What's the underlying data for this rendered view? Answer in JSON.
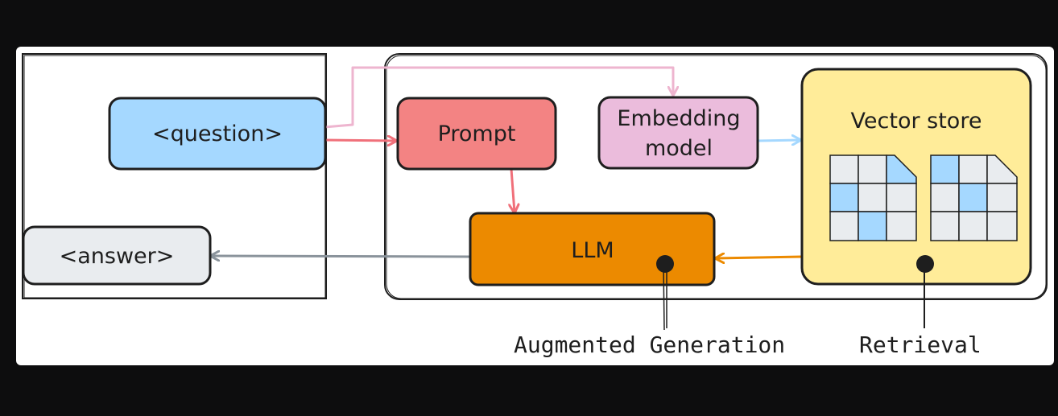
{
  "diagram": {
    "nodes": {
      "question": {
        "label": "<question>",
        "fill": "#a5d8ff"
      },
      "answer": {
        "label": "<answer>",
        "fill": "#e9ecef"
      },
      "prompt": {
        "label": "Prompt",
        "fill": "#f38383"
      },
      "embedding": {
        "label_line1": "Embedding",
        "label_line2": "model",
        "fill": "#ebbcdc"
      },
      "llm": {
        "label": "LLM",
        "fill": "#ec8a00"
      },
      "vector_store": {
        "label": "Vector store",
        "fill": "#ffec99"
      }
    },
    "annotations": {
      "generation": "Augmented Generation",
      "retrieval": "Retrieval"
    },
    "edges": [
      {
        "from": "question",
        "to": "prompt",
        "color": "#f0707a"
      },
      {
        "from": "question",
        "to": "embedding",
        "color": "#eeb5cf"
      },
      {
        "from": "embedding",
        "to": "vector_store",
        "color": "#a5d8ff"
      },
      {
        "from": "prompt",
        "to": "llm",
        "color": "#f0707a"
      },
      {
        "from": "vector_store",
        "to": "llm",
        "color": "#ec8a00"
      },
      {
        "from": "llm",
        "to": "answer",
        "color": "#8a939b"
      }
    ],
    "colors": {
      "doc_cell": "#e9ecef",
      "doc_cell_highlight": "#a5d8ff",
      "stroke": "#1e1e1e"
    }
  }
}
